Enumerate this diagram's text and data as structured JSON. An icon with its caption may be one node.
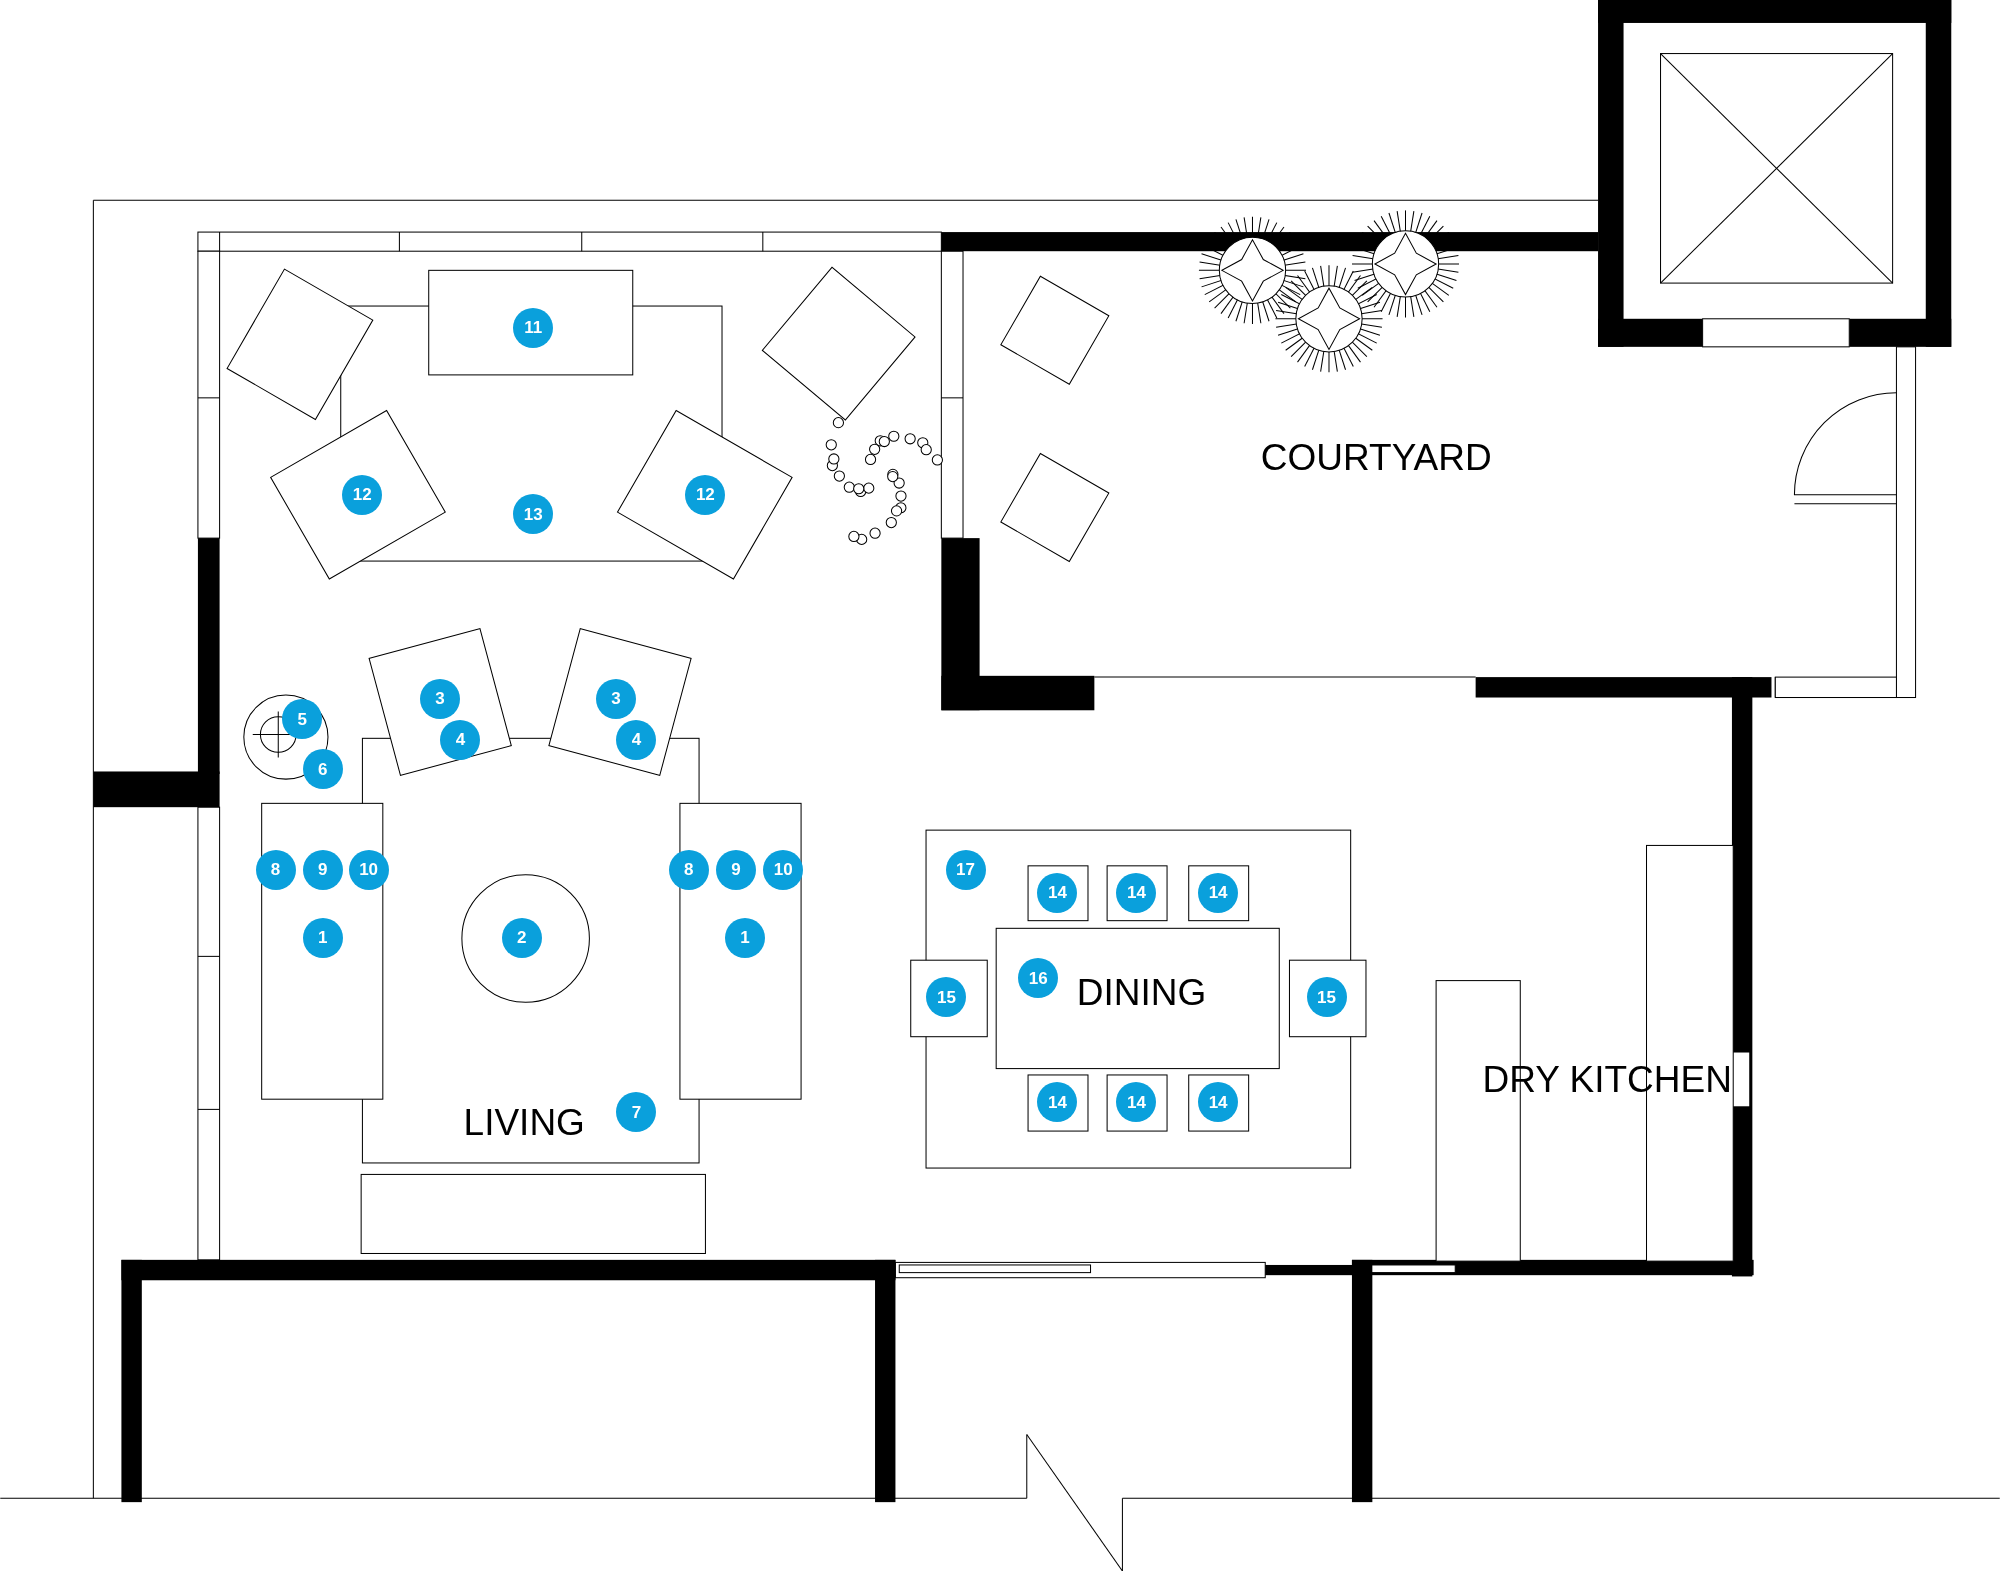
{
  "diagram": {
    "labels": [
      "11",
      "12",
      "13",
      "12",
      "COURTYARD",
      "3",
      "3",
      "5",
      "4",
      "4",
      "6",
      "8",
      "9",
      "10",
      "8",
      "9",
      "10",
      "17",
      "14",
      "14",
      "14",
      "1",
      "2",
      "1",
      "16",
      "DINING",
      "15",
      "15",
      "DRY KITCHEN",
      "14",
      "14",
      "14",
      "7",
      "LIVING"
    ]
  }
}
